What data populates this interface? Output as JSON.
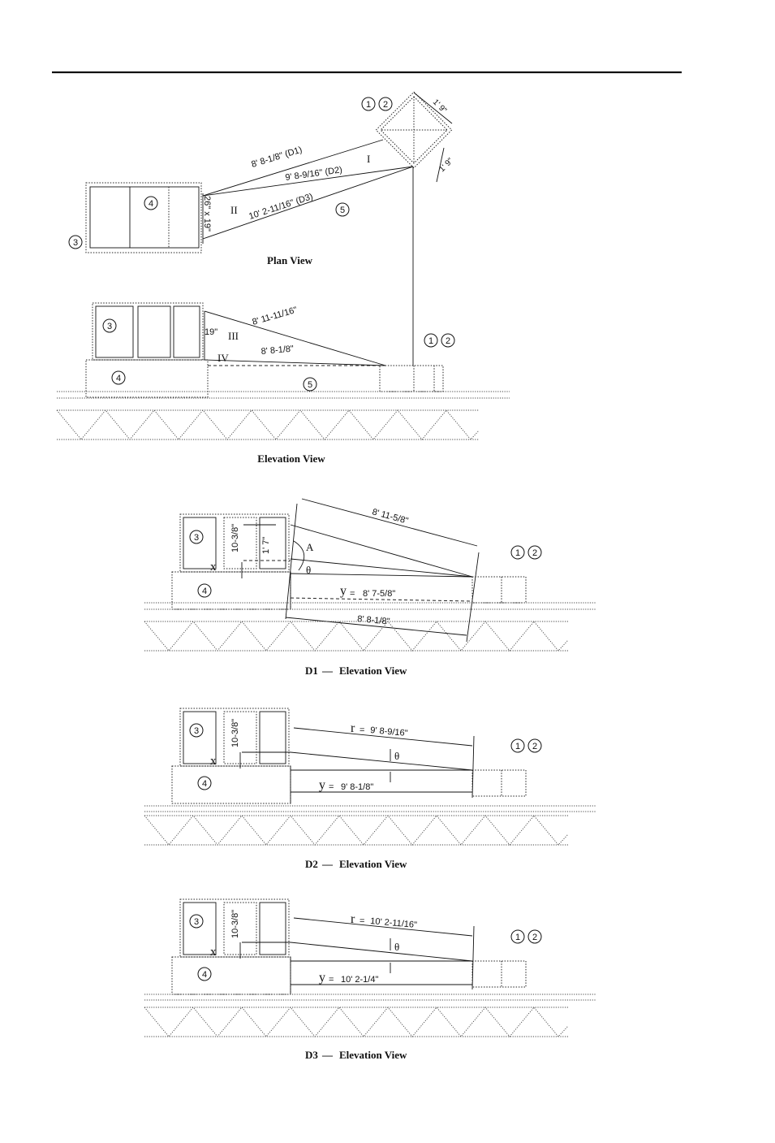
{
  "plan": {
    "caption": "Plan View",
    "d1": "8' 8-1/8\" (D1)",
    "d2": "9' 8-9/16\" (D2)",
    "d3": "10' 2-11/16\" (D3)",
    "box_size": "26\" x 19\"",
    "dim_a": "1' 9\"",
    "dim_b": "1' 9\"",
    "region_i": "I",
    "region_ii": "II"
  },
  "elevation": {
    "caption": "Elevation View",
    "slant": "8' 11-11/16\"",
    "horizontal": "8' 8-1/8\"",
    "height": "19\"",
    "region_iii": "III",
    "region_iv": "IV"
  },
  "d1": {
    "caption_label": "D1",
    "caption_text": "Elevation View",
    "top": "8' 11-5/8\"",
    "bottom": "8' 8-1/8\"",
    "y_letter": "y",
    "y_value": "8' 7-5/8\"",
    "x_letter": "x",
    "h1": "10-3/8\"",
    "h2": "1' 7\"",
    "angle_a": "A",
    "theta": "θ"
  },
  "d2": {
    "caption_label": "D2",
    "caption_text": "Elevation View",
    "r_letter": "r",
    "r_value": "9' 8-9/16\"",
    "y_letter": "y",
    "y_value": "9' 8-1/8\"",
    "x_letter": "x",
    "h1": "10-3/8\"",
    "theta": "θ"
  },
  "d3": {
    "caption_label": "D3",
    "caption_text": "Elevation View",
    "r_letter": "r",
    "r_value": "10' 2-11/16\"",
    "y_letter": "y",
    "y_value": "10' 2-1/4\"",
    "x_letter": "x",
    "h1": "10-3/8\"",
    "theta": "θ"
  },
  "markers": {
    "m1": "1",
    "m2": "2",
    "m3": "3",
    "m4": "4",
    "m5": "5"
  }
}
